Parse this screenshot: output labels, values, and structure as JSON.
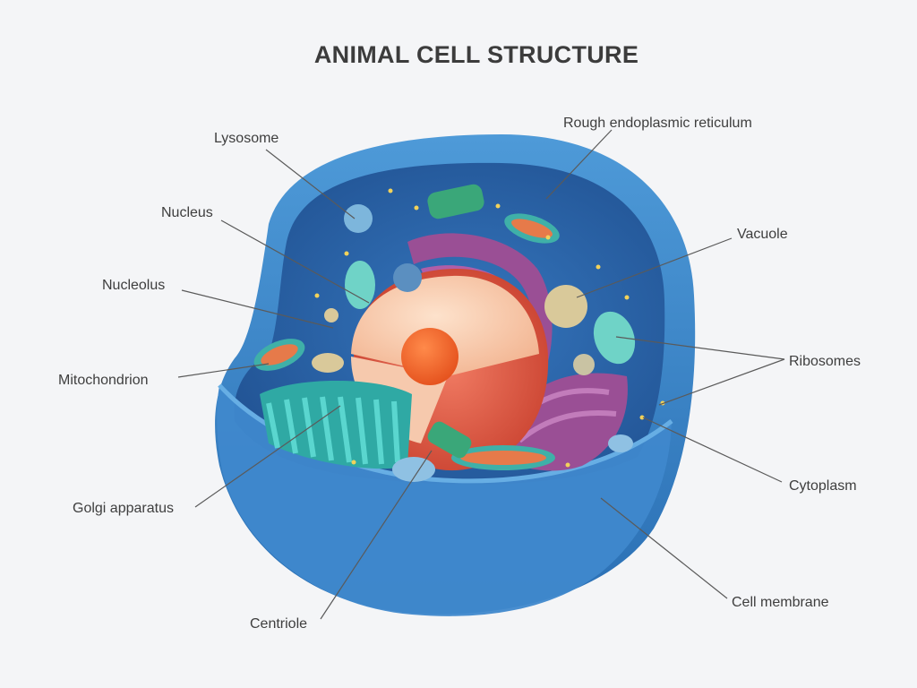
{
  "title": "ANIMAL CELL STRUCTURE",
  "labels": {
    "lysosome": "Lysosome",
    "rough_er": "Rough endoplasmic reticulum",
    "nucleus": "Nucleus",
    "vacuole": "Vacuole",
    "nucleolus": "Nucleolus",
    "ribosomes": "Ribosomes",
    "mitochondrion": "Mitochondrion",
    "golgi": "Golgi apparatus",
    "cytoplasm": "Cytoplasm",
    "cell_membrane": "Cell membrane",
    "centriole": "Centriole"
  },
  "colors": {
    "membrane": "#3f8fd0",
    "interior": "#2b63a3",
    "nucleus": "#f6c6a6",
    "nucleolus": "#f26a2a",
    "golgi": "#3dbfb8",
    "rough_er": "#9a4f95",
    "mitochondrion": "#e67a4a",
    "vacuole": "#d9c99a",
    "lysosome": "#7db6dc"
  }
}
